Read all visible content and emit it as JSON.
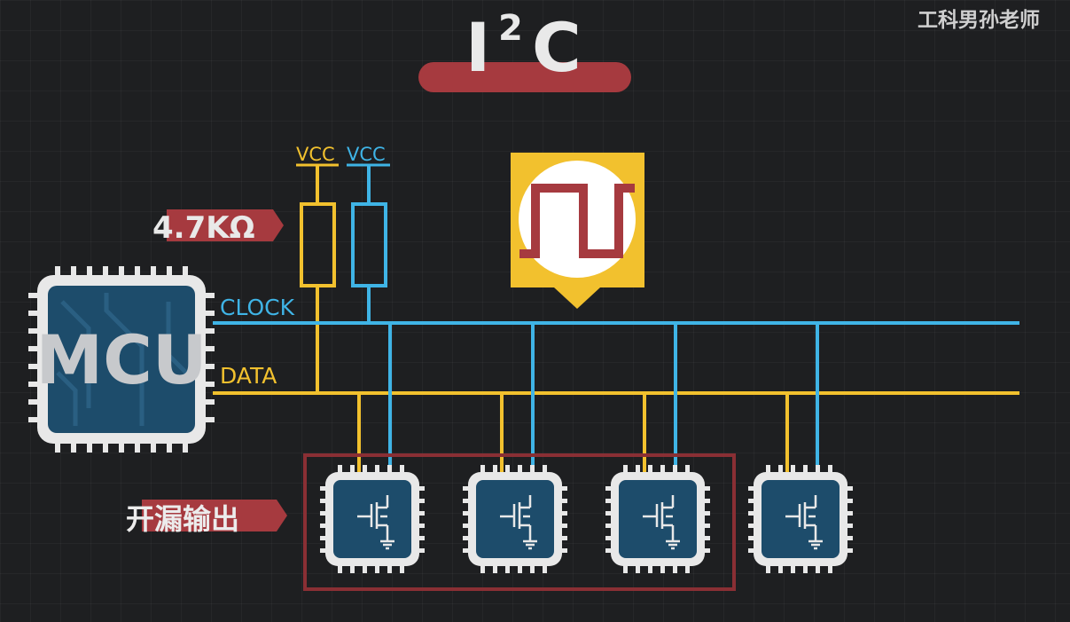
{
  "title": {
    "main": "I",
    "sup": "2",
    "tail": "C"
  },
  "watermark": "工科男孙老师",
  "vcc_labels": [
    "VCC",
    "VCC"
  ],
  "resistor_label": "4.7KΩ",
  "mcu_label": "MCU",
  "clock_label": "CLOCK",
  "data_label": "DATA",
  "open_drain_label": "开漏输出",
  "icons": [
    "square-wave-icon",
    "mosfet-icon"
  ],
  "colors": {
    "clock": "#3fb4e6",
    "data": "#f2c12e",
    "accent_red": "#a63a3f",
    "chip_blue": "#1d4c6b",
    "chip_outline": "#e8e8e8",
    "highlight_box": "#8a2f34"
  }
}
